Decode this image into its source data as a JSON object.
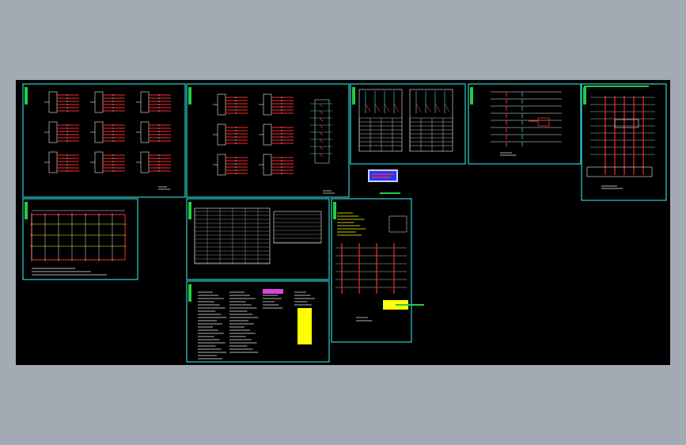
{
  "window": {
    "title": ""
  },
  "viewport": {
    "background": "#000000"
  },
  "colors": {
    "frame": "#2fd3d0",
    "red": "#ff2a2a",
    "white": "#f0f0f0",
    "yellow": "#ffff00",
    "green": "#22cc44",
    "blue": "#1e3cff",
    "magenta": "#e040e0",
    "gray": "#888888"
  },
  "sheets": [
    {
      "id": "sheet-1",
      "kind": "panels-grid"
    },
    {
      "id": "sheet-2",
      "kind": "panels-grid-2"
    },
    {
      "id": "sheet-3",
      "kind": "two-tables"
    },
    {
      "id": "sheet-4",
      "kind": "riser"
    },
    {
      "id": "sheet-5",
      "kind": "riser-red"
    },
    {
      "id": "sheet-6",
      "kind": "floor-plan"
    },
    {
      "id": "sheet-7",
      "kind": "schedule-table"
    },
    {
      "id": "sheet-8",
      "kind": "schematic"
    },
    {
      "id": "sheet-9",
      "kind": "text-notes"
    }
  ],
  "title_block": {
    "text": ""
  }
}
